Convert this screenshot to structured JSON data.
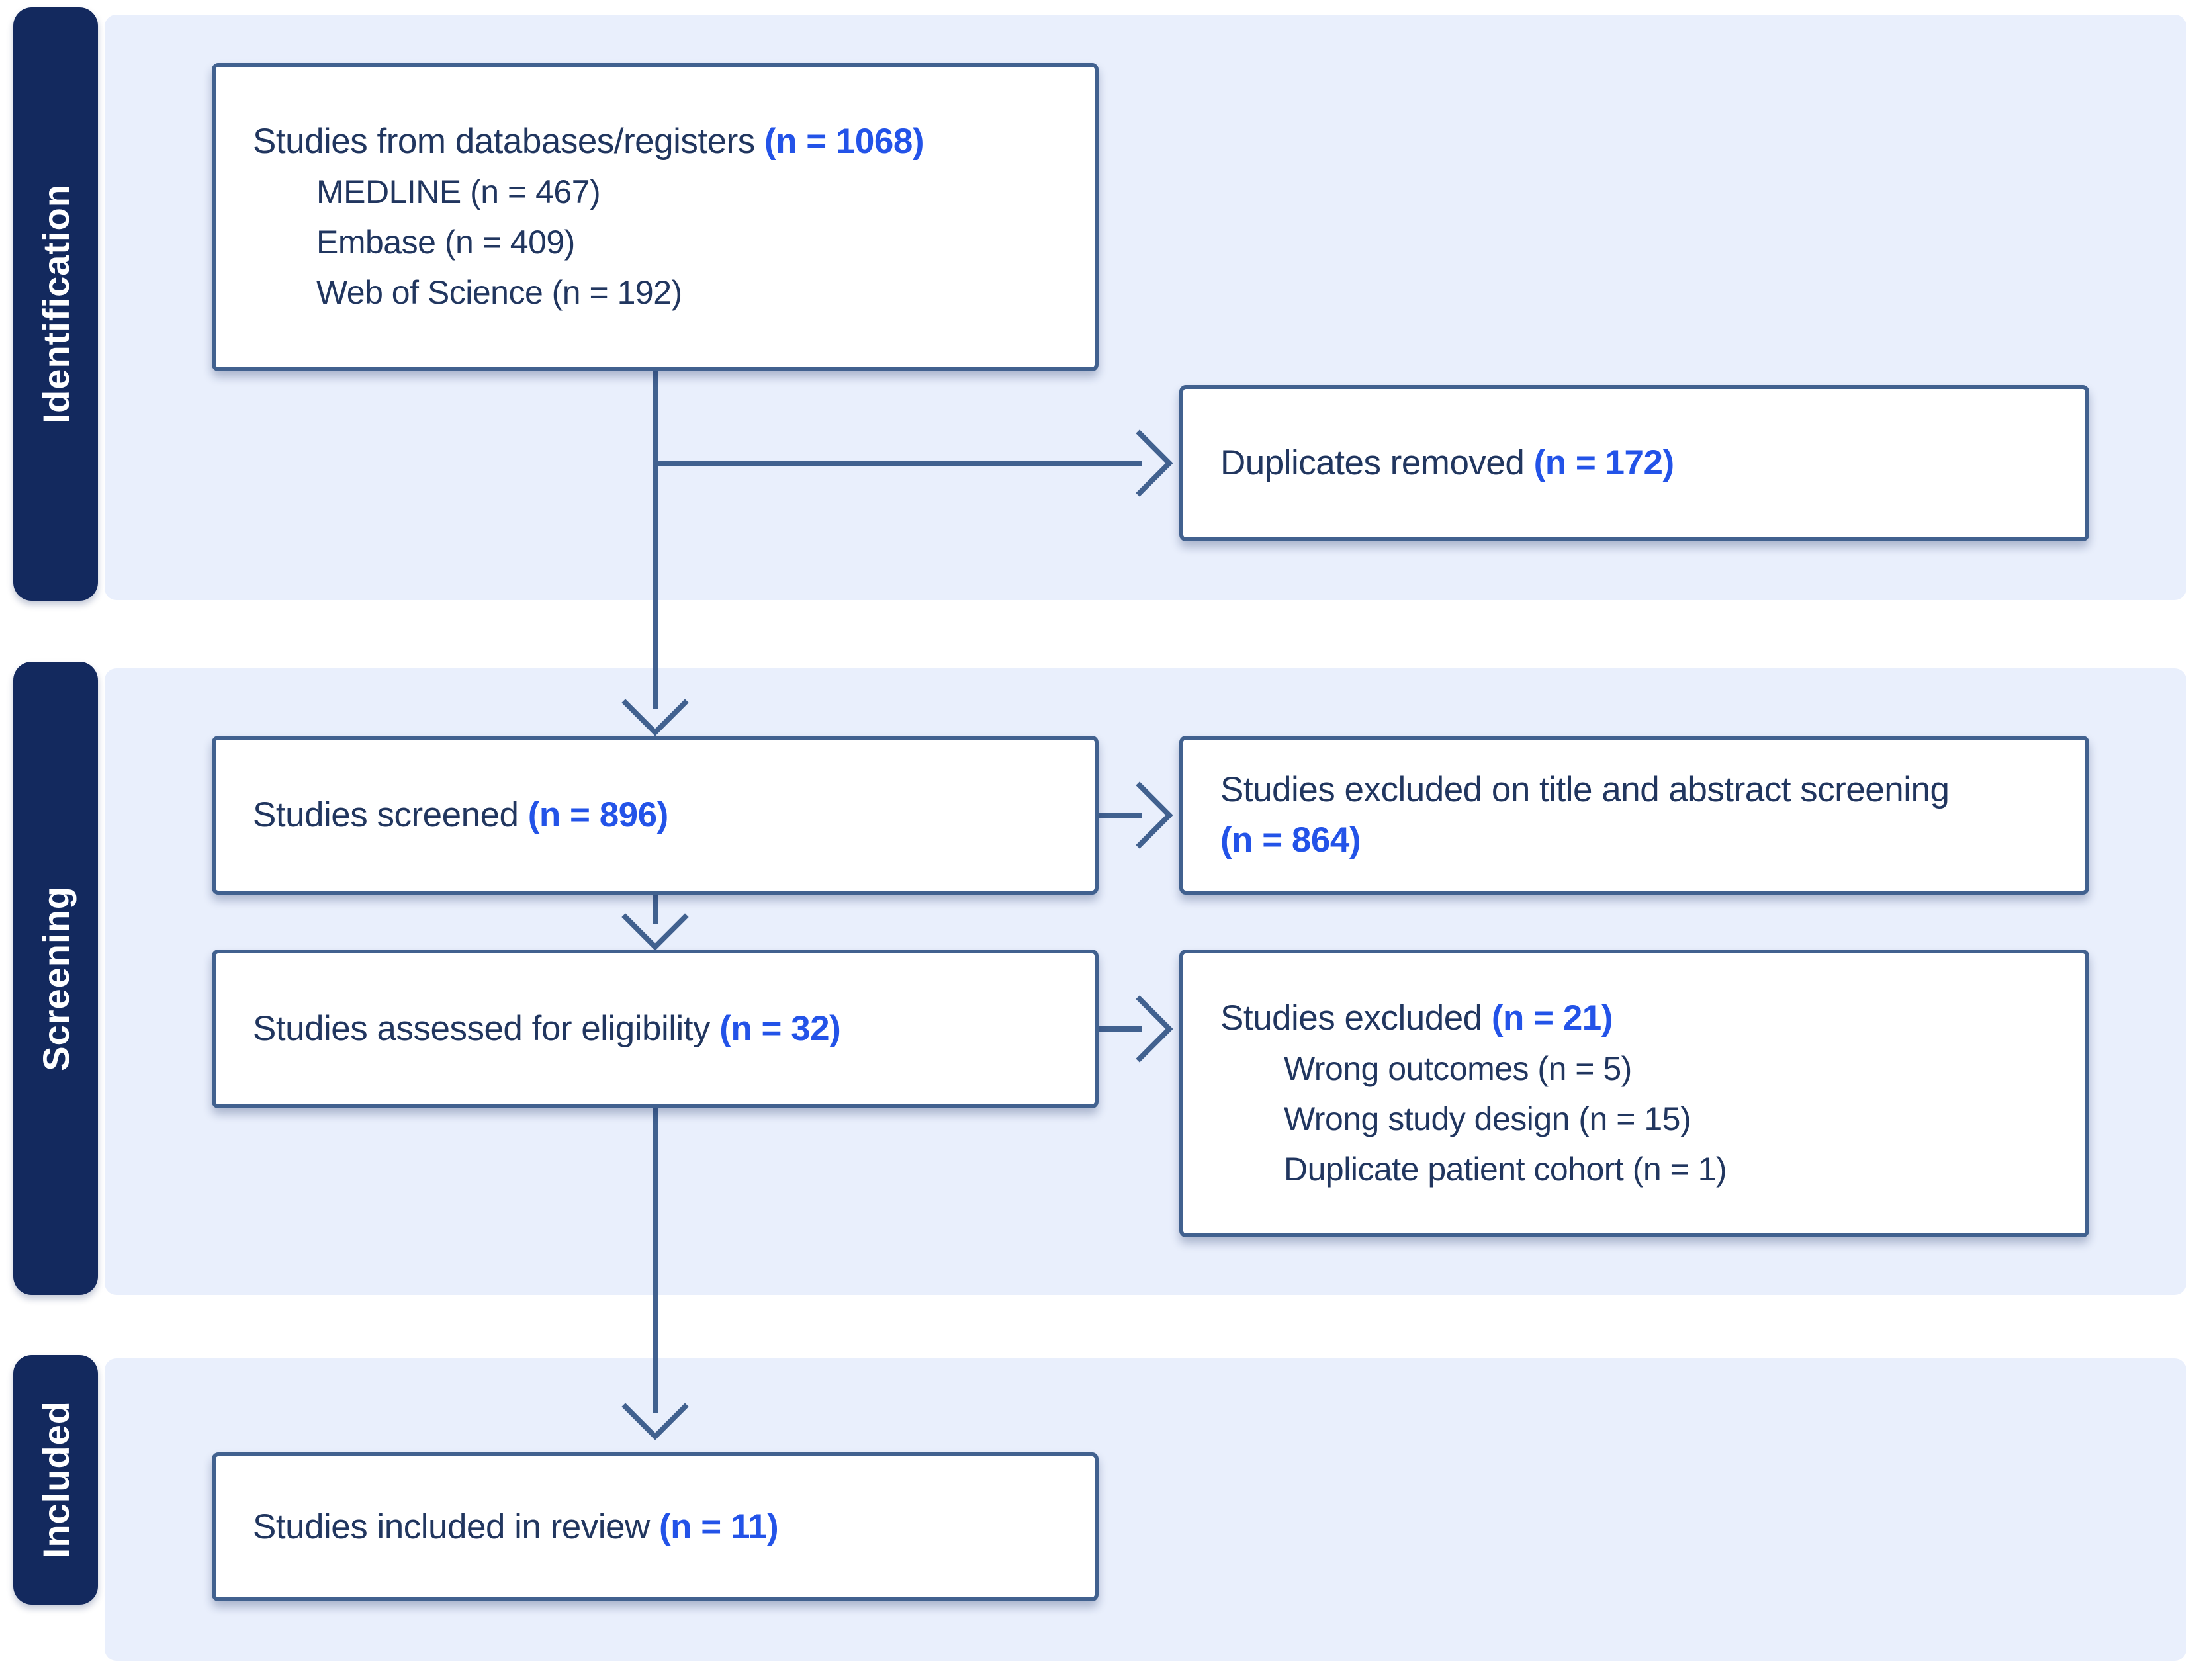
{
  "colors": {
    "band_bg": "#e9effc",
    "tab_bg": "#13295e",
    "tab_text": "#ffffff",
    "box_border": "#41618f",
    "text_dark": "#21365f",
    "text_blue": "#2353e8",
    "arrow": "#41618f",
    "page_bg": "#ffffff"
  },
  "stages": [
    {
      "label": "Identification"
    },
    {
      "label": "Screening"
    },
    {
      "label": "Included"
    }
  ],
  "boxes": {
    "databases": {
      "main": "Studies from databases/registers",
      "n": "(n = 1068)",
      "items": [
        "MEDLINE (n = 467)",
        "Embase (n = 409)",
        "Web of Science (n = 192)"
      ]
    },
    "duplicates": {
      "main": "Duplicates removed",
      "n": "(n = 172)"
    },
    "screened": {
      "main": "Studies screened",
      "n": "(n = 896)"
    },
    "excluded_screening": {
      "main": "Studies excluded on title and abstract screening",
      "n": "(n = 864)"
    },
    "eligibility": {
      "main": "Studies assessed for eligibility",
      "n": "(n = 32)"
    },
    "excluded_eligibility": {
      "main": "Studies excluded",
      "n": "(n = 21)",
      "items": [
        "Wrong outcomes (n = 5)",
        "Wrong study design (n = 15)",
        "Duplicate patient cohort (n = 1)"
      ]
    },
    "included": {
      "main": "Studies included in review",
      "n": "(n = 11)"
    }
  }
}
